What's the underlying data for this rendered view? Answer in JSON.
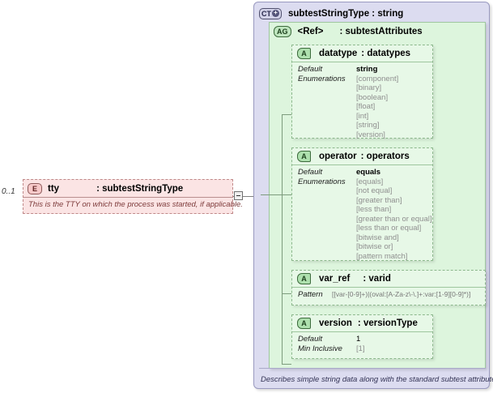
{
  "element": {
    "badge": "E",
    "multiplicity": "0..1",
    "name": "tty",
    "type_separator": ": subtestStringType",
    "documentation": "This is the TTY on which the process was started, if applicable."
  },
  "connector": {
    "expand_glyph": "minus-box"
  },
  "complex_type": {
    "badge": "CT",
    "badge_plus": "+",
    "title": "subtestStringType : string",
    "documentation": "Describes simple string data along with the standard subtest attributes."
  },
  "attribute_group": {
    "badge": "AG",
    "ref": "<Ref>",
    "type": ": subtestAttributes"
  },
  "attributes": [
    {
      "badge": "A",
      "name": "datatype",
      "type": ": datatypes",
      "facet_labels": [
        "Default",
        "Enumerations"
      ],
      "default_value": "string",
      "enumerations": [
        "[component]",
        "[binary]",
        "[boolean]",
        "[float]",
        "[int]",
        "[string]",
        "[version]"
      ]
    },
    {
      "badge": "A",
      "name": "operator",
      "type": ": operators",
      "facet_labels": [
        "Default",
        "Enumerations"
      ],
      "default_value": "equals",
      "enumerations": [
        "[equals]",
        "[not equal]",
        "[greater than]",
        "[less than]",
        "[greater than or equal]",
        "[less than or equal]",
        "[bitwise and]",
        "[bitwise or]",
        "[pattern match]"
      ]
    },
    {
      "badge": "A",
      "name": "var_ref",
      "type": ": varid",
      "facet_labels": [
        "Pattern"
      ],
      "pattern_value": "[[var-[0-9]+)|(oval:[A-Za-z\\-\\.]+:var:[1-9][0-9]*)]"
    },
    {
      "badge": "A",
      "name": "version",
      "type": ": versionType",
      "facet_labels": [
        "Default",
        "Min Inclusive"
      ],
      "default_value": "1",
      "min_inclusive": "[1]"
    }
  ],
  "colors": {
    "element_fill": "#fbe4e4",
    "complextype_fill": "#dcdcf0",
    "attrgroup_fill": "#ddf5dd",
    "attribute_fill": "#e7f8e7",
    "enum_text": "#8f8f8f"
  }
}
